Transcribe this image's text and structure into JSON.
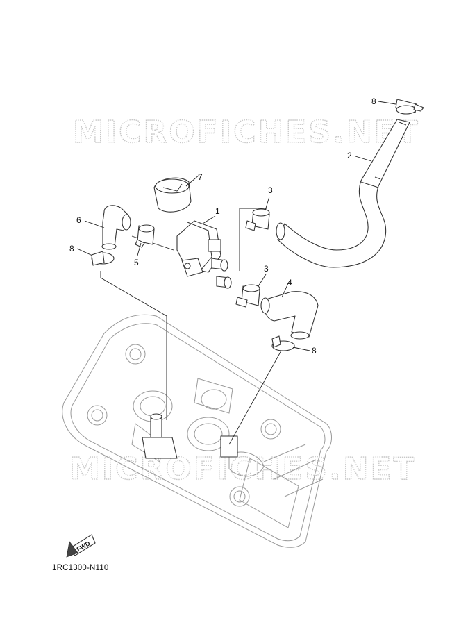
{
  "watermark": {
    "text": "MICROFICHES.NET"
  },
  "callouts": {
    "c1": "1",
    "c2": "2",
    "c3a": "3",
    "c3b": "3",
    "c4": "4",
    "c5": "5",
    "c6": "6",
    "c7": "7",
    "c8a": "8",
    "c8b": "8",
    "c8c": "8"
  },
  "fwd_label": "FWD",
  "diagram_code": "1RC1300-N110"
}
